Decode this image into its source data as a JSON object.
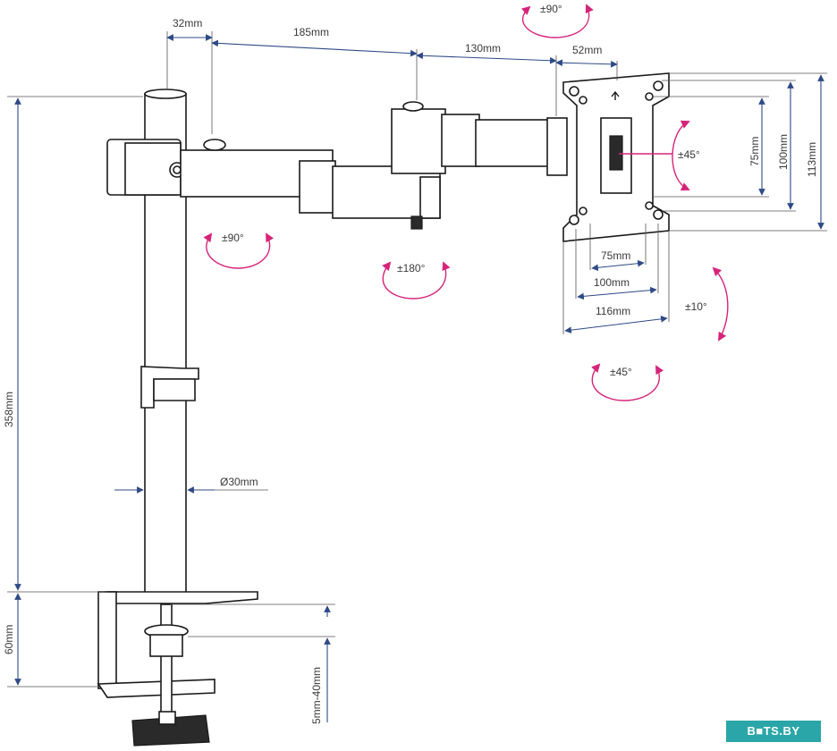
{
  "dimensions": {
    "pole_offset": "32mm",
    "arm1_length": "185mm",
    "arm2_length": "130mm",
    "head_offset": "52mm",
    "pole_height": "358mm",
    "clamp_height": "60mm",
    "pole_diameter": "Ø30mm",
    "desk_thickness": "5mm-40mm",
    "vesa_v_75": "75mm",
    "vesa_v_100": "100mm",
    "plate_height": "113mm",
    "vesa_h_75": "75mm",
    "vesa_h_100": "100mm",
    "plate_width": "116mm"
  },
  "rotations": {
    "head_top": "±90°",
    "joint_pole": "±90°",
    "joint_elbow": "±180°",
    "plate_swivel": "±45°",
    "plate_tilt": "±10°",
    "plate_bottom": "±45°"
  },
  "colors": {
    "dimension_line": "#2f4a86",
    "rotation_arrow": "#d6247a",
    "outline": "#1a1a1a",
    "brand": "#2ba6a8"
  },
  "brand": {
    "logo_text": "B■TS.BY"
  }
}
